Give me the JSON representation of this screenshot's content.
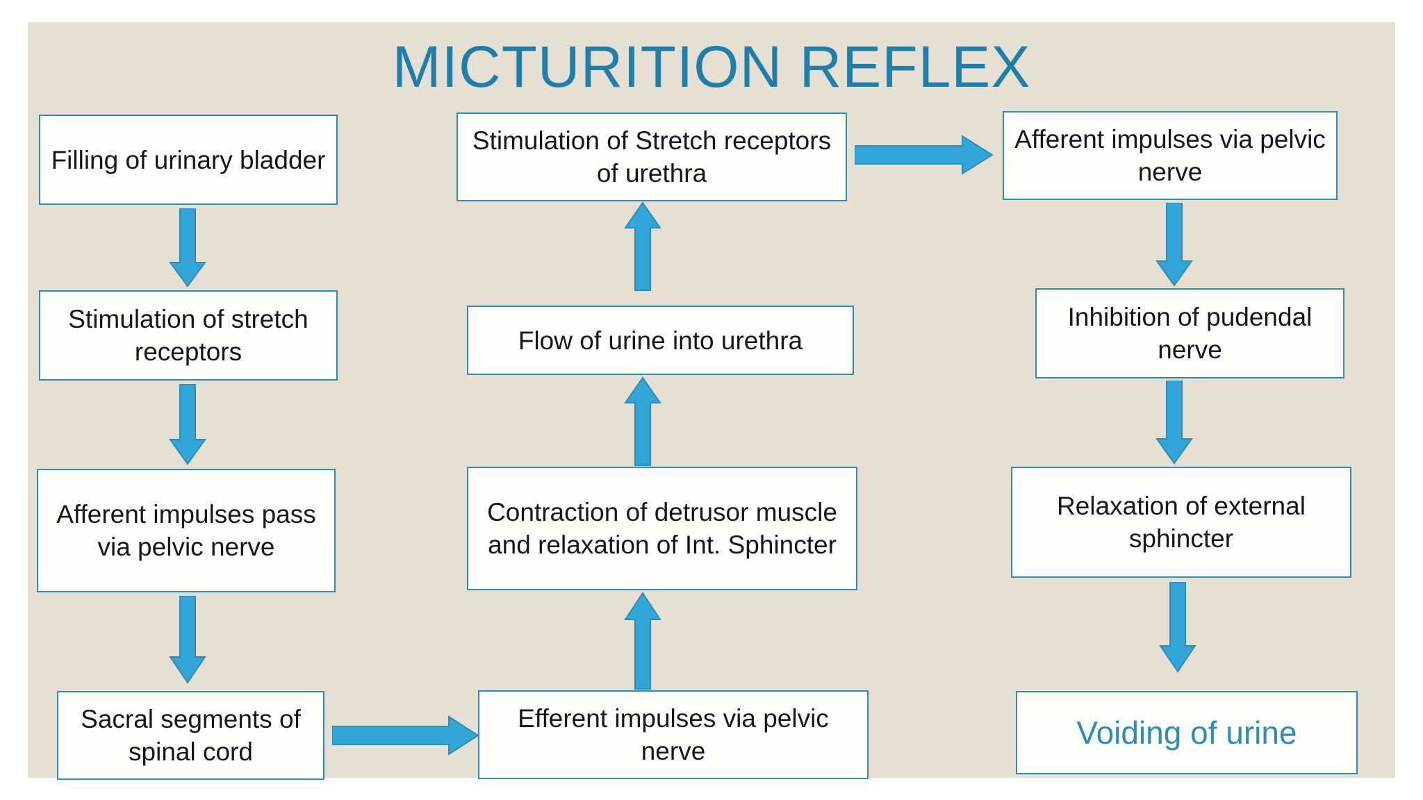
{
  "slide": {
    "title": "MICTURITION REFLEX",
    "background_color": "#e5e0d3",
    "accent_color": "#2e8cb5",
    "title_color": "#1f7fab",
    "box_fill": "#fdfdfc",
    "text_color": "#171717"
  },
  "columns": {
    "left": {
      "nodes": [
        {
          "id": "filling-of-urinary-bladder",
          "label": "Filling of urinary bladder"
        },
        {
          "id": "stimulation-of-stretch-receptors",
          "label": "Stimulation of stretch receptors"
        },
        {
          "id": "afferent-impulses-pass-via-pelvic-nerve",
          "label": "Afferent impulses pass via pelvic nerve"
        },
        {
          "id": "sacral-segments-of-spinal-cord",
          "label": "Sacral segments of spinal cord"
        }
      ]
    },
    "middle": {
      "nodes": [
        {
          "id": "stimulation-of-stretch-receptors-of-urethra",
          "label": "Stimulation of Stretch receptors of urethra"
        },
        {
          "id": "flow-of-urine-into-urethra",
          "label": "Flow of urine into urethra"
        },
        {
          "id": "contraction-of-detrusor-muscle",
          "label": "Contraction of detrusor muscle and relaxation of Int. Sphincter"
        },
        {
          "id": "efferent-impulses-via-pelvic-nerve",
          "label": "Efferent impulses via pelvic nerve"
        }
      ]
    },
    "right": {
      "nodes": [
        {
          "id": "afferent-impulses-via-pelvic-nerve",
          "label": "Afferent impulses via pelvic nerve"
        },
        {
          "id": "inhibition-of-pudendal-nerve",
          "label": "Inhibition of pudendal nerve"
        },
        {
          "id": "relaxation-of-external-sphincter",
          "label": "Relaxation of external sphincter"
        },
        {
          "id": "voiding-of-urine",
          "label": "Voiding of urine"
        }
      ]
    }
  },
  "arrows": [
    {
      "id": "arrow-filling-to-stimulation",
      "direction": "down"
    },
    {
      "id": "arrow-stimulation-to-afferent",
      "direction": "down"
    },
    {
      "id": "arrow-afferent-to-sacral",
      "direction": "down"
    },
    {
      "id": "arrow-sacral-to-efferent",
      "direction": "right"
    },
    {
      "id": "arrow-efferent-to-contraction",
      "direction": "up"
    },
    {
      "id": "arrow-contraction-to-flow",
      "direction": "up"
    },
    {
      "id": "arrow-flow-to-stretch-urethra",
      "direction": "up"
    },
    {
      "id": "arrow-stretch-urethra-to-afferent-pelvic",
      "direction": "right"
    },
    {
      "id": "arrow-afferent-pelvic-to-inhibition",
      "direction": "down"
    },
    {
      "id": "arrow-inhibition-to-relaxation",
      "direction": "down"
    },
    {
      "id": "arrow-relaxation-to-voiding",
      "direction": "down"
    }
  ]
}
